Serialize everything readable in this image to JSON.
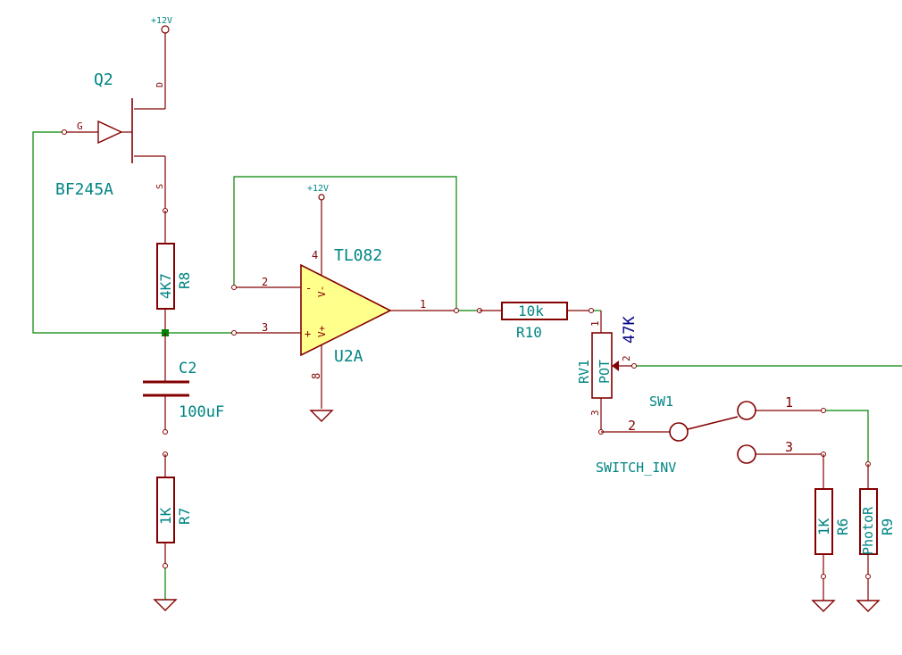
{
  "colors": {
    "wire": "#008400",
    "component": "#840000",
    "label": "#008484",
    "value_label": "#000084",
    "opamp_fill": "#ffff8c",
    "junction": "#008400",
    "background": "#ffffff"
  },
  "power": {
    "vcc_top": "+12V",
    "vcc_opamp": "+12V"
  },
  "q2": {
    "ref": "Q2",
    "value": "BF245A",
    "pin_d": "D",
    "pin_g": "G",
    "pin_s": "S"
  },
  "r8": {
    "ref": "R8",
    "value": "4K7"
  },
  "c2": {
    "ref": "C2",
    "value": "100uF"
  },
  "r7": {
    "ref": "R7",
    "value": "1K"
  },
  "u2a": {
    "ref": "U2A",
    "value": "TL082",
    "pin_out": "1",
    "pin_inv": "2",
    "pin_noninv": "3",
    "pin_vplus": "4",
    "pin_vminus": "8",
    "sign_minus": "-",
    "sign_plus": "+",
    "label_vminus": "V-",
    "label_vplus": "V+"
  },
  "r10": {
    "ref": "R10",
    "value": "10k"
  },
  "rv1": {
    "ref": "RV1",
    "value": "POT",
    "value_alt": "47K",
    "pin_1": "1",
    "pin_2": "2",
    "pin_3": "3"
  },
  "sw1": {
    "ref": "SW1",
    "value": "SWITCH_INV",
    "pin_1": "1",
    "pin_2": "2",
    "pin_3": "3"
  },
  "r6": {
    "ref": "R6",
    "value": "1K"
  },
  "r9": {
    "ref": "R9",
    "value": "PhotoR"
  }
}
